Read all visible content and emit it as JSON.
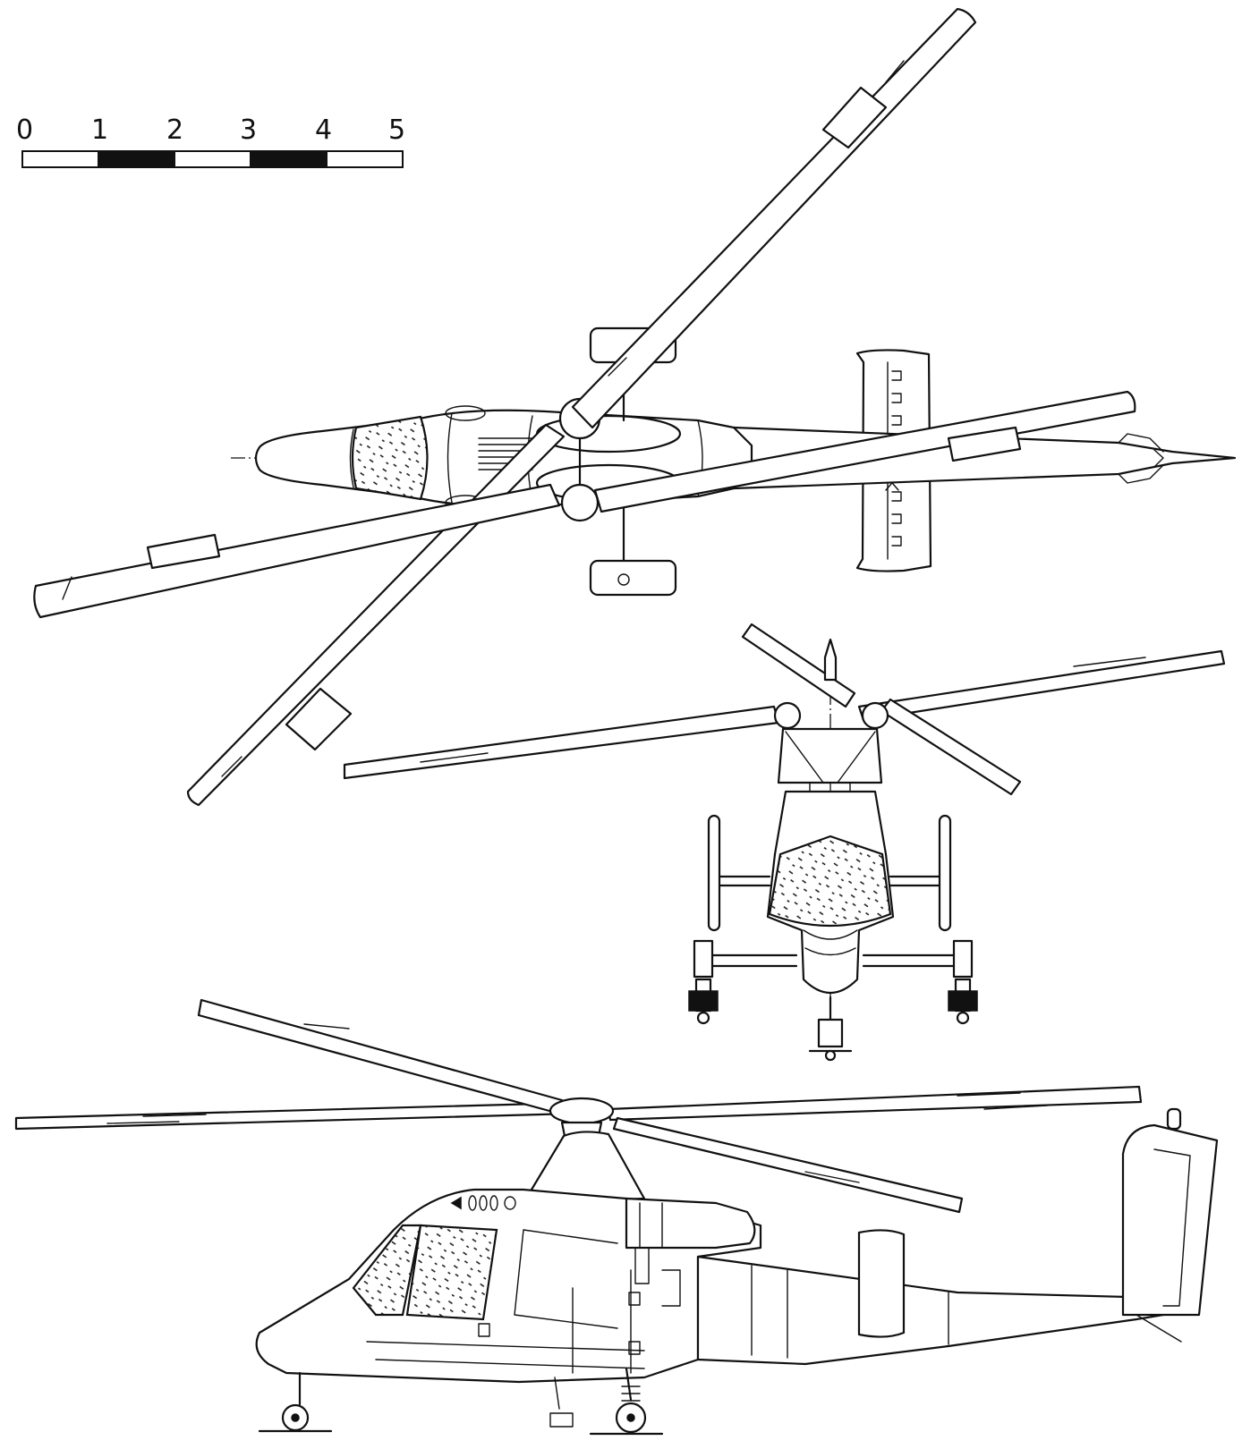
{
  "scale_bar": {
    "labels": [
      "0",
      "1",
      "2",
      "3",
      "4",
      "5"
    ],
    "segments": [
      "white",
      "black",
      "white",
      "black",
      "white"
    ]
  },
  "views": [
    "top-view",
    "front-view",
    "side-view"
  ],
  "colors": {
    "ink": "#111111",
    "paper": "#ffffff"
  }
}
